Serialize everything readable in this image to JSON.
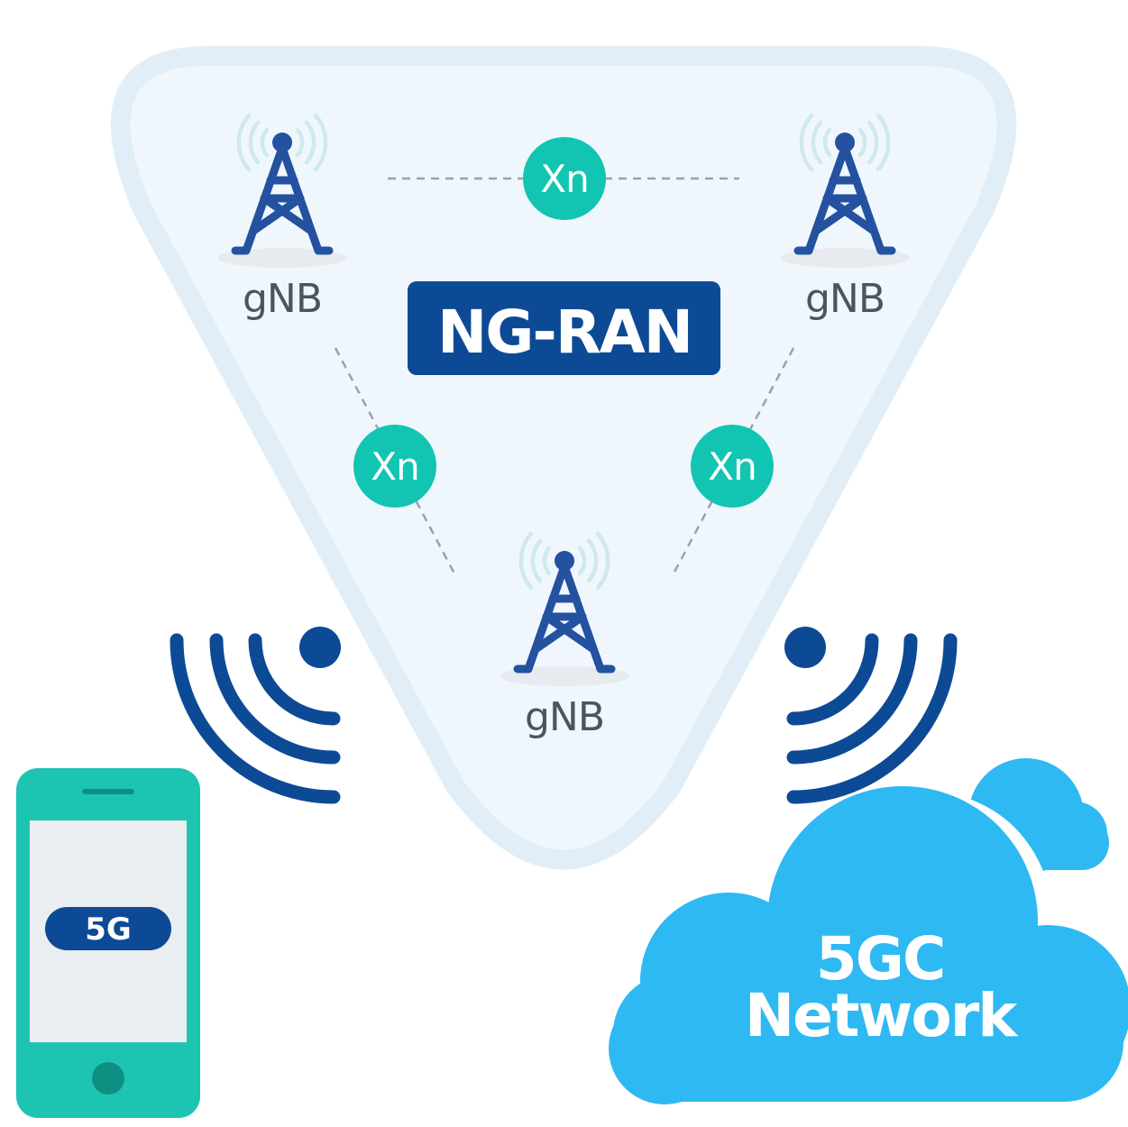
{
  "ran": {
    "title": "NG-RAN",
    "nodes": [
      {
        "label": "gNB"
      },
      {
        "label": "gNB"
      },
      {
        "label": "gNB"
      }
    ],
    "interfaces": [
      {
        "label": "Xn"
      },
      {
        "label": "Xn"
      },
      {
        "label": "Xn"
      }
    ]
  },
  "device": {
    "badge": "5G"
  },
  "core": {
    "line1": "5GC",
    "line2": "Network"
  },
  "colors": {
    "navy": "#0d4a96",
    "tower": "#2451a0",
    "teal": "#12c5b2",
    "phone": "#1ec4b2",
    "cloud": "#2fb9f2",
    "triangle_fill": "#f0f7fc",
    "triangle_stroke": "#e1eef7"
  }
}
